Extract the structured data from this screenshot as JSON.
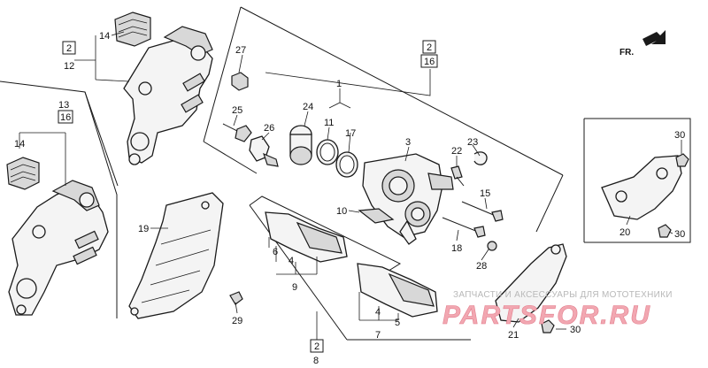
{
  "diagram": {
    "fr_label": "FR.",
    "callouts": [
      {
        "id": "c14a",
        "text": "14"
      },
      {
        "id": "c2a",
        "text": "2",
        "boxed": true
      },
      {
        "id": "c12",
        "text": "12"
      },
      {
        "id": "c13",
        "text": "13"
      },
      {
        "id": "c16a",
        "text": "16",
        "boxed": true
      },
      {
        "id": "c14b",
        "text": "14"
      },
      {
        "id": "c27",
        "text": "27"
      },
      {
        "id": "c25",
        "text": "25"
      },
      {
        "id": "c26",
        "text": "26"
      },
      {
        "id": "c24",
        "text": "24"
      },
      {
        "id": "c1",
        "text": "1"
      },
      {
        "id": "c11",
        "text": "11"
      },
      {
        "id": "c17",
        "text": "17"
      },
      {
        "id": "c2b",
        "text": "2",
        "boxed": true
      },
      {
        "id": "c16b",
        "text": "16",
        "boxed": true
      },
      {
        "id": "c3",
        "text": "3"
      },
      {
        "id": "c23",
        "text": "23"
      },
      {
        "id": "c22",
        "text": "22"
      },
      {
        "id": "c15",
        "text": "15"
      },
      {
        "id": "c10",
        "text": "10"
      },
      {
        "id": "c18",
        "text": "18"
      },
      {
        "id": "c28",
        "text": "28"
      },
      {
        "id": "c19",
        "text": "19"
      },
      {
        "id": "c6",
        "text": "6"
      },
      {
        "id": "c4a",
        "text": "4"
      },
      {
        "id": "c9",
        "text": "9"
      },
      {
        "id": "c29",
        "text": "29"
      },
      {
        "id": "c4b",
        "text": "4"
      },
      {
        "id": "c5",
        "text": "5"
      },
      {
        "id": "c7",
        "text": "7"
      },
      {
        "id": "c2c",
        "text": "2",
        "boxed": true
      },
      {
        "id": "c8",
        "text": "8"
      },
      {
        "id": "c30a",
        "text": "30"
      },
      {
        "id": "c20",
        "text": "20"
      },
      {
        "id": "c30b",
        "text": "30"
      },
      {
        "id": "c21",
        "text": "21"
      },
      {
        "id": "c30c",
        "text": "30"
      }
    ]
  },
  "watermark": {
    "caption": "ЗАПЧАСТИ И АКСЕССУАРЫ ДЛЯ МОТОТЕХНИКИ",
    "brand": "PARTSFOR.RU"
  }
}
